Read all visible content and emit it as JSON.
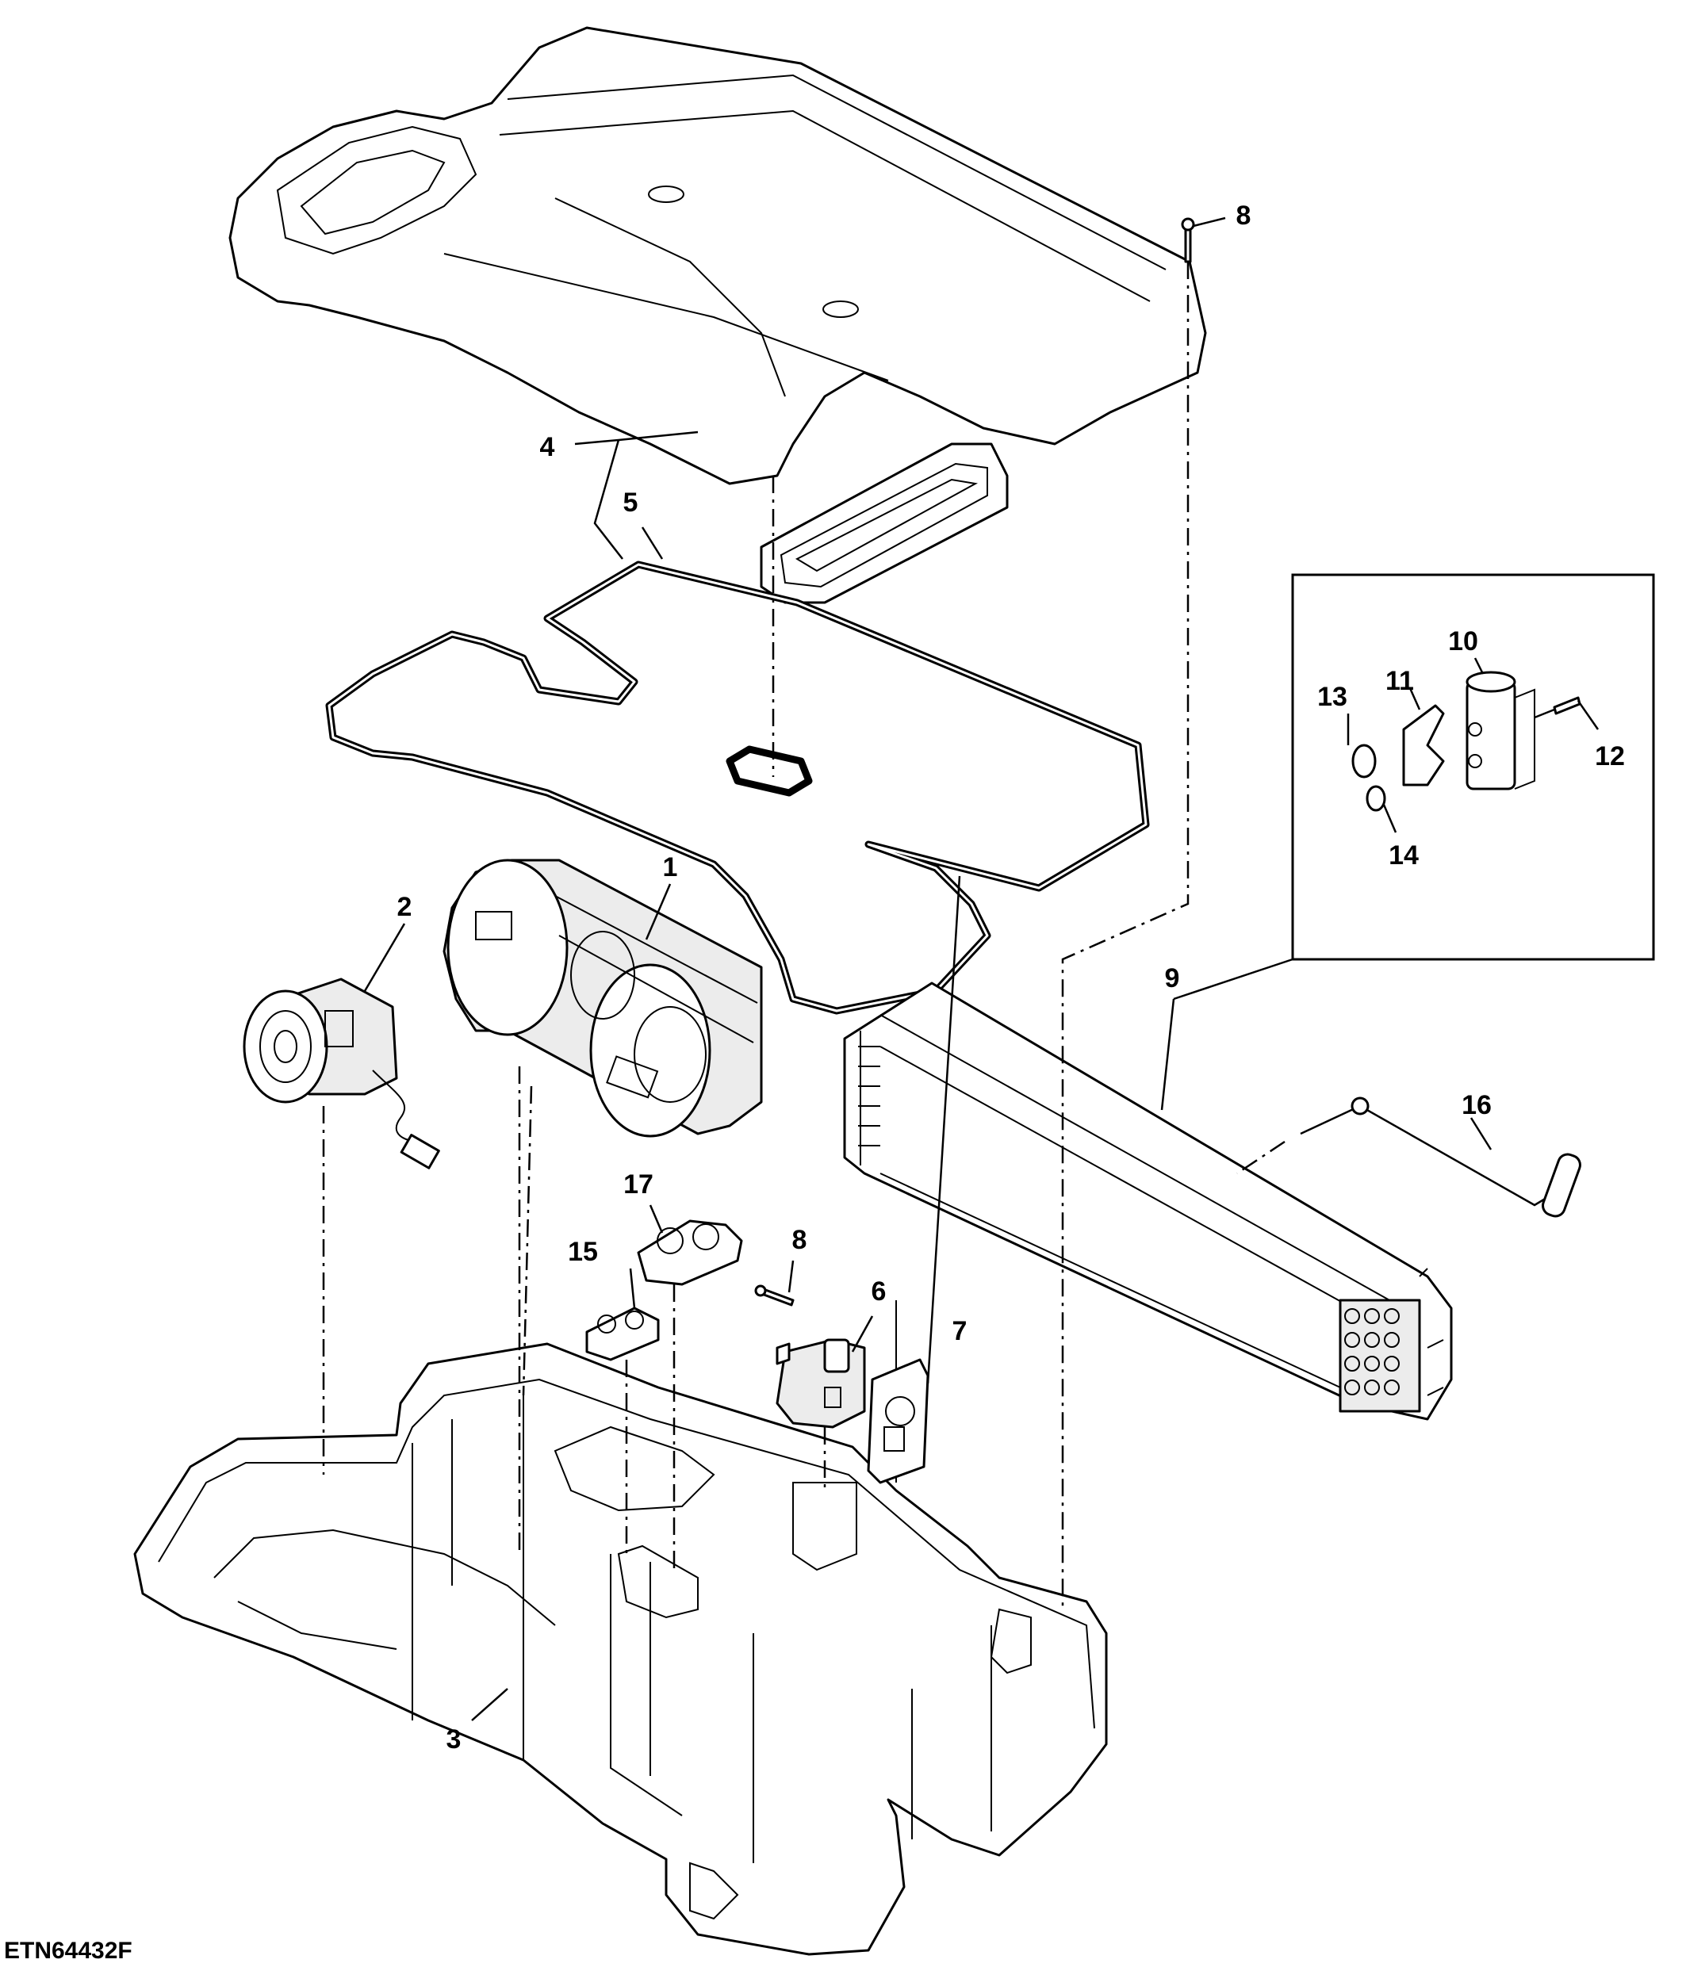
{
  "diagram": {
    "figure_code": "ETN64432F",
    "callouts": [
      {
        "id": "c1",
        "label": "1"
      },
      {
        "id": "c2",
        "label": "2"
      },
      {
        "id": "c3",
        "label": "3"
      },
      {
        "id": "c4",
        "label": "4"
      },
      {
        "id": "c5",
        "label": "5"
      },
      {
        "id": "c6",
        "label": "6"
      },
      {
        "id": "c7",
        "label": "7"
      },
      {
        "id": "c8a",
        "label": "8"
      },
      {
        "id": "c8b",
        "label": "8"
      },
      {
        "id": "c9",
        "label": "9"
      },
      {
        "id": "c10",
        "label": "10"
      },
      {
        "id": "c11",
        "label": "11"
      },
      {
        "id": "c12",
        "label": "12"
      },
      {
        "id": "c13",
        "label": "13"
      },
      {
        "id": "c14",
        "label": "14"
      },
      {
        "id": "c15",
        "label": "15"
      },
      {
        "id": "c16",
        "label": "16"
      },
      {
        "id": "c17",
        "label": "17"
      }
    ]
  }
}
